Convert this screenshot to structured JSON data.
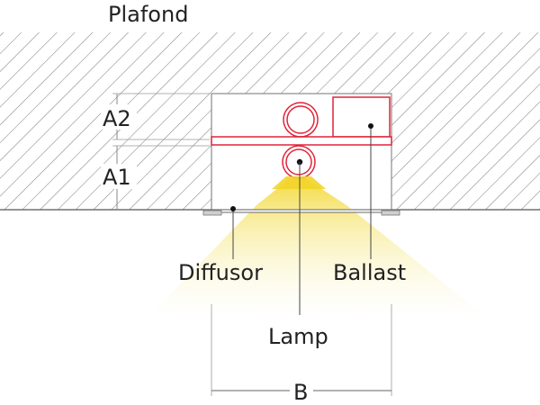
{
  "labels": {
    "ceiling": "Plafond",
    "dim_a2": "A2",
    "dim_a1": "A1",
    "dim_b": "B",
    "diffusor": "Diffusor",
    "ballast": "Ballast",
    "lamp": "Lamp"
  },
  "colors": {
    "hatch": "#777777",
    "outline": "#888888",
    "component": "#e0243a",
    "light": "#f6e87a",
    "leader": "#333333"
  }
}
